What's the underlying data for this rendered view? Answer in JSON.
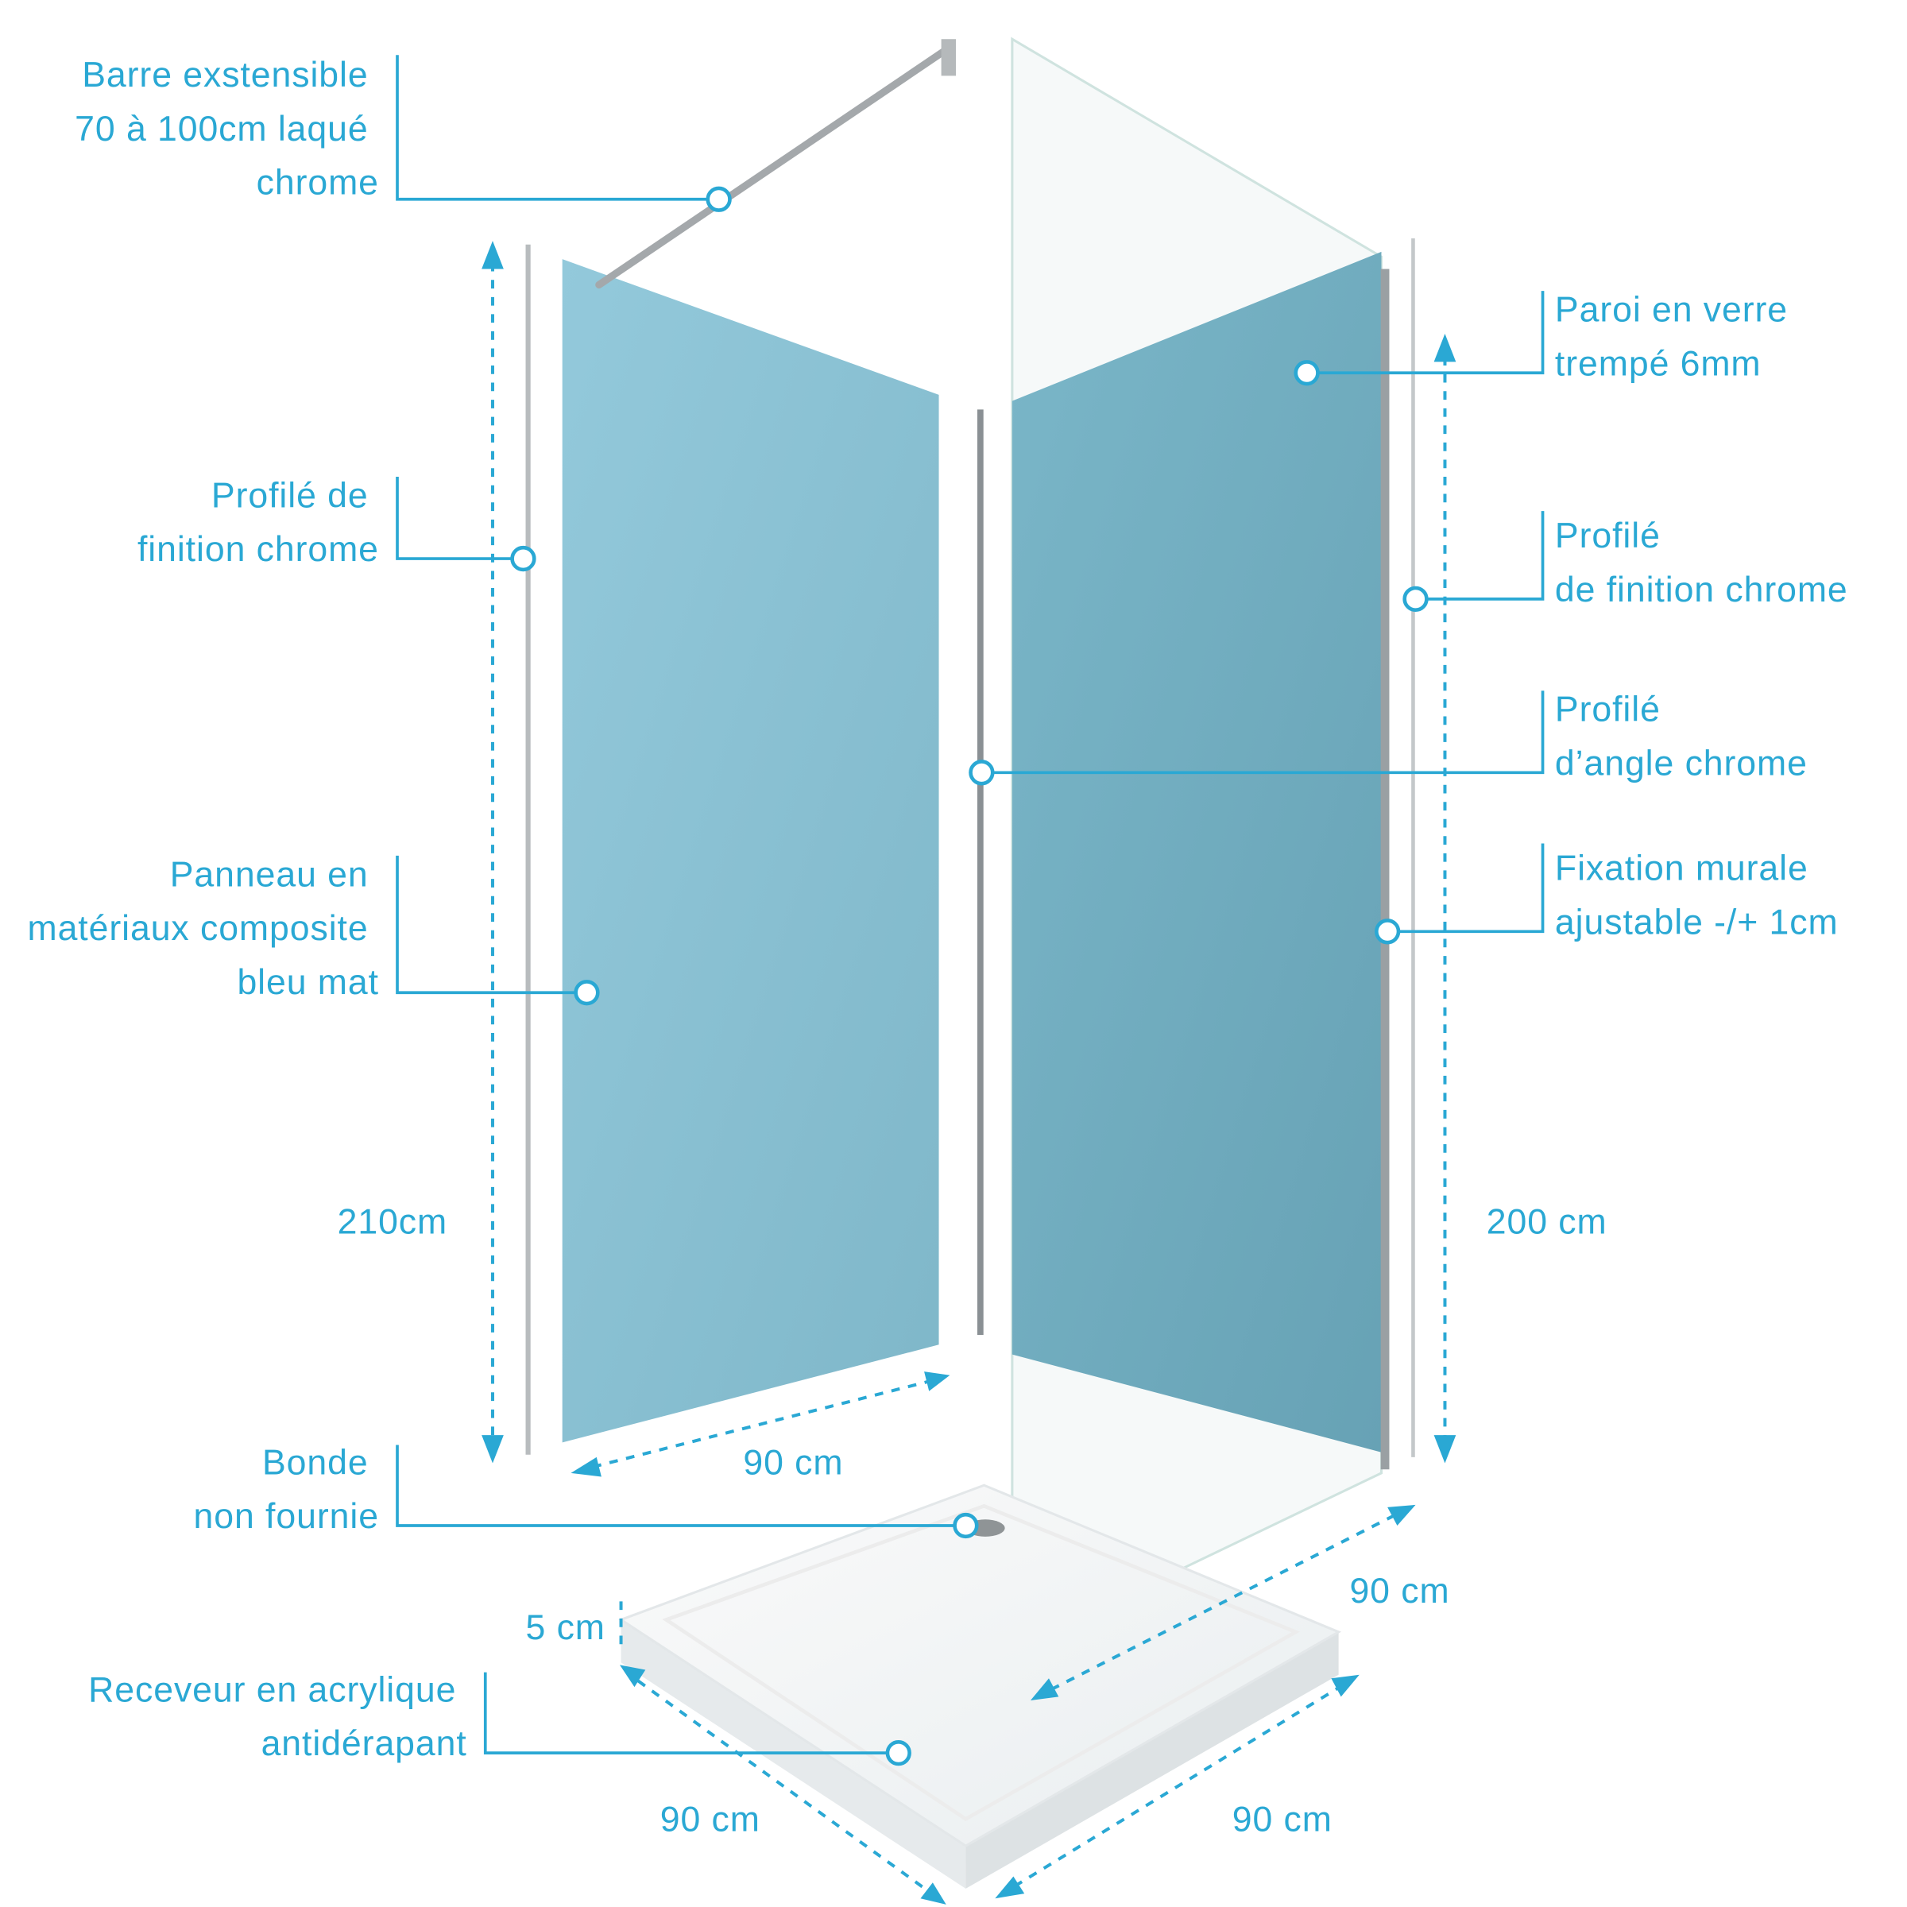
{
  "colors": {
    "accent": "#2aa8d4",
    "panel": "#88c1d3",
    "panel_dark": "#6fa8ba"
  },
  "callouts": {
    "bar": [
      "Barre exstensible",
      "70 à 100cm laqué",
      "chrome"
    ],
    "left_profile": [
      "Profilé de",
      "finition chrome"
    ],
    "panel": [
      "Panneau en",
      "matériaux composite",
      "bleu mat"
    ],
    "drain": [
      "Bonde",
      "non fournie"
    ],
    "tray": [
      "Receveur en acrylique",
      "antidérapant"
    ],
    "glass": [
      "Paroi en verre",
      "trempé 6mm"
    ],
    "right_profile": [
      "Profilé",
      "de finition chrome"
    ],
    "corner_profile": [
      "Profilé",
      "d’angle chrome"
    ],
    "wall_fix": [
      "Fixation murale",
      "ajustable -/+ 1cm"
    ]
  },
  "dimensions": {
    "left_height": "210cm",
    "right_height": "200 cm",
    "panel_width": "90 cm",
    "glass_width": "90 cm",
    "tray_height": "5 cm",
    "tray_left": "90 cm",
    "tray_right": "90 cm"
  }
}
